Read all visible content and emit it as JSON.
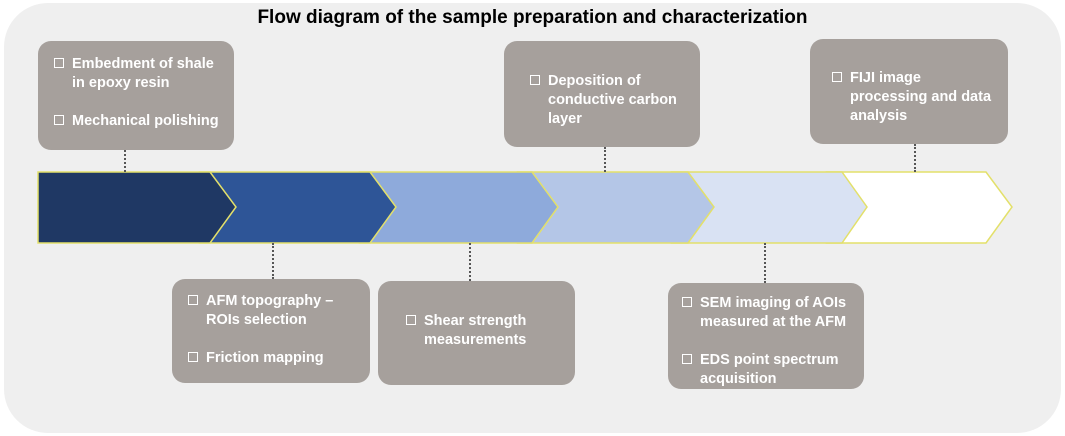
{
  "title": "Flow diagram of the sample preparation and characterization",
  "colors": {
    "panel": "#efefef",
    "box": "#a6a09c",
    "arrow_outline": "#e3e06a",
    "arrow_fills": [
      "#1f3864",
      "#2e5597",
      "#8eaadb",
      "#b4c6e7",
      "#d9e2f3",
      "#ffffff"
    ]
  },
  "boxes": {
    "box1": {
      "items": [
        "Embedment of shale in epoxy resin",
        "Mechanical polishing"
      ]
    },
    "box2": {
      "items": [
        "AFM topography – ROIs selection",
        "Friction mapping"
      ]
    },
    "box3": {
      "items": [
        "Shear strength measurements"
      ]
    },
    "box4": {
      "items": [
        "Deposition of conductive carbon layer"
      ]
    },
    "box5": {
      "items": [
        "SEM imaging of AOIs measured at the AFM",
        "EDS point spectrum acquisition"
      ]
    },
    "box6": {
      "items": [
        "FIJI image processing and data analysis"
      ]
    }
  },
  "icons": {
    "bullet": "checkbox-icon"
  }
}
